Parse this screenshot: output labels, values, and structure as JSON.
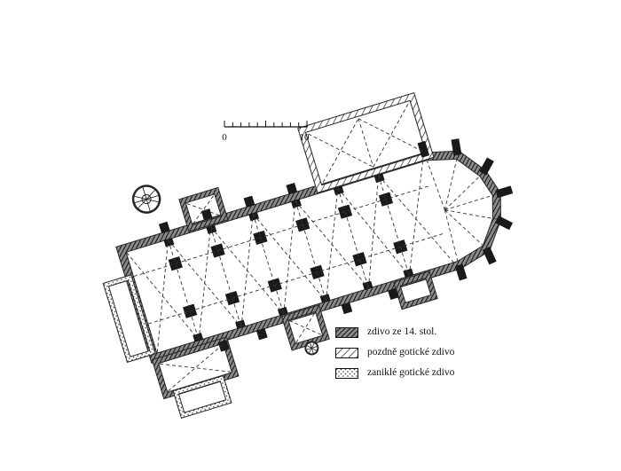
{
  "figure": {
    "background": "#ffffff",
    "ink": "#1a1a1a",
    "description": "church-floor-plan-drawing"
  },
  "scale_bar": {
    "start_label": "0",
    "end_label": "10"
  },
  "legend": {
    "items": [
      {
        "label": "zdivo ze 14. stol.",
        "swatch": "dense-hatch"
      },
      {
        "label": "pozdně gotické zdivo",
        "swatch": "diagonal-hatch"
      },
      {
        "label": "zaniklé gotické zdivo",
        "swatch": "stipple-grid"
      }
    ]
  }
}
